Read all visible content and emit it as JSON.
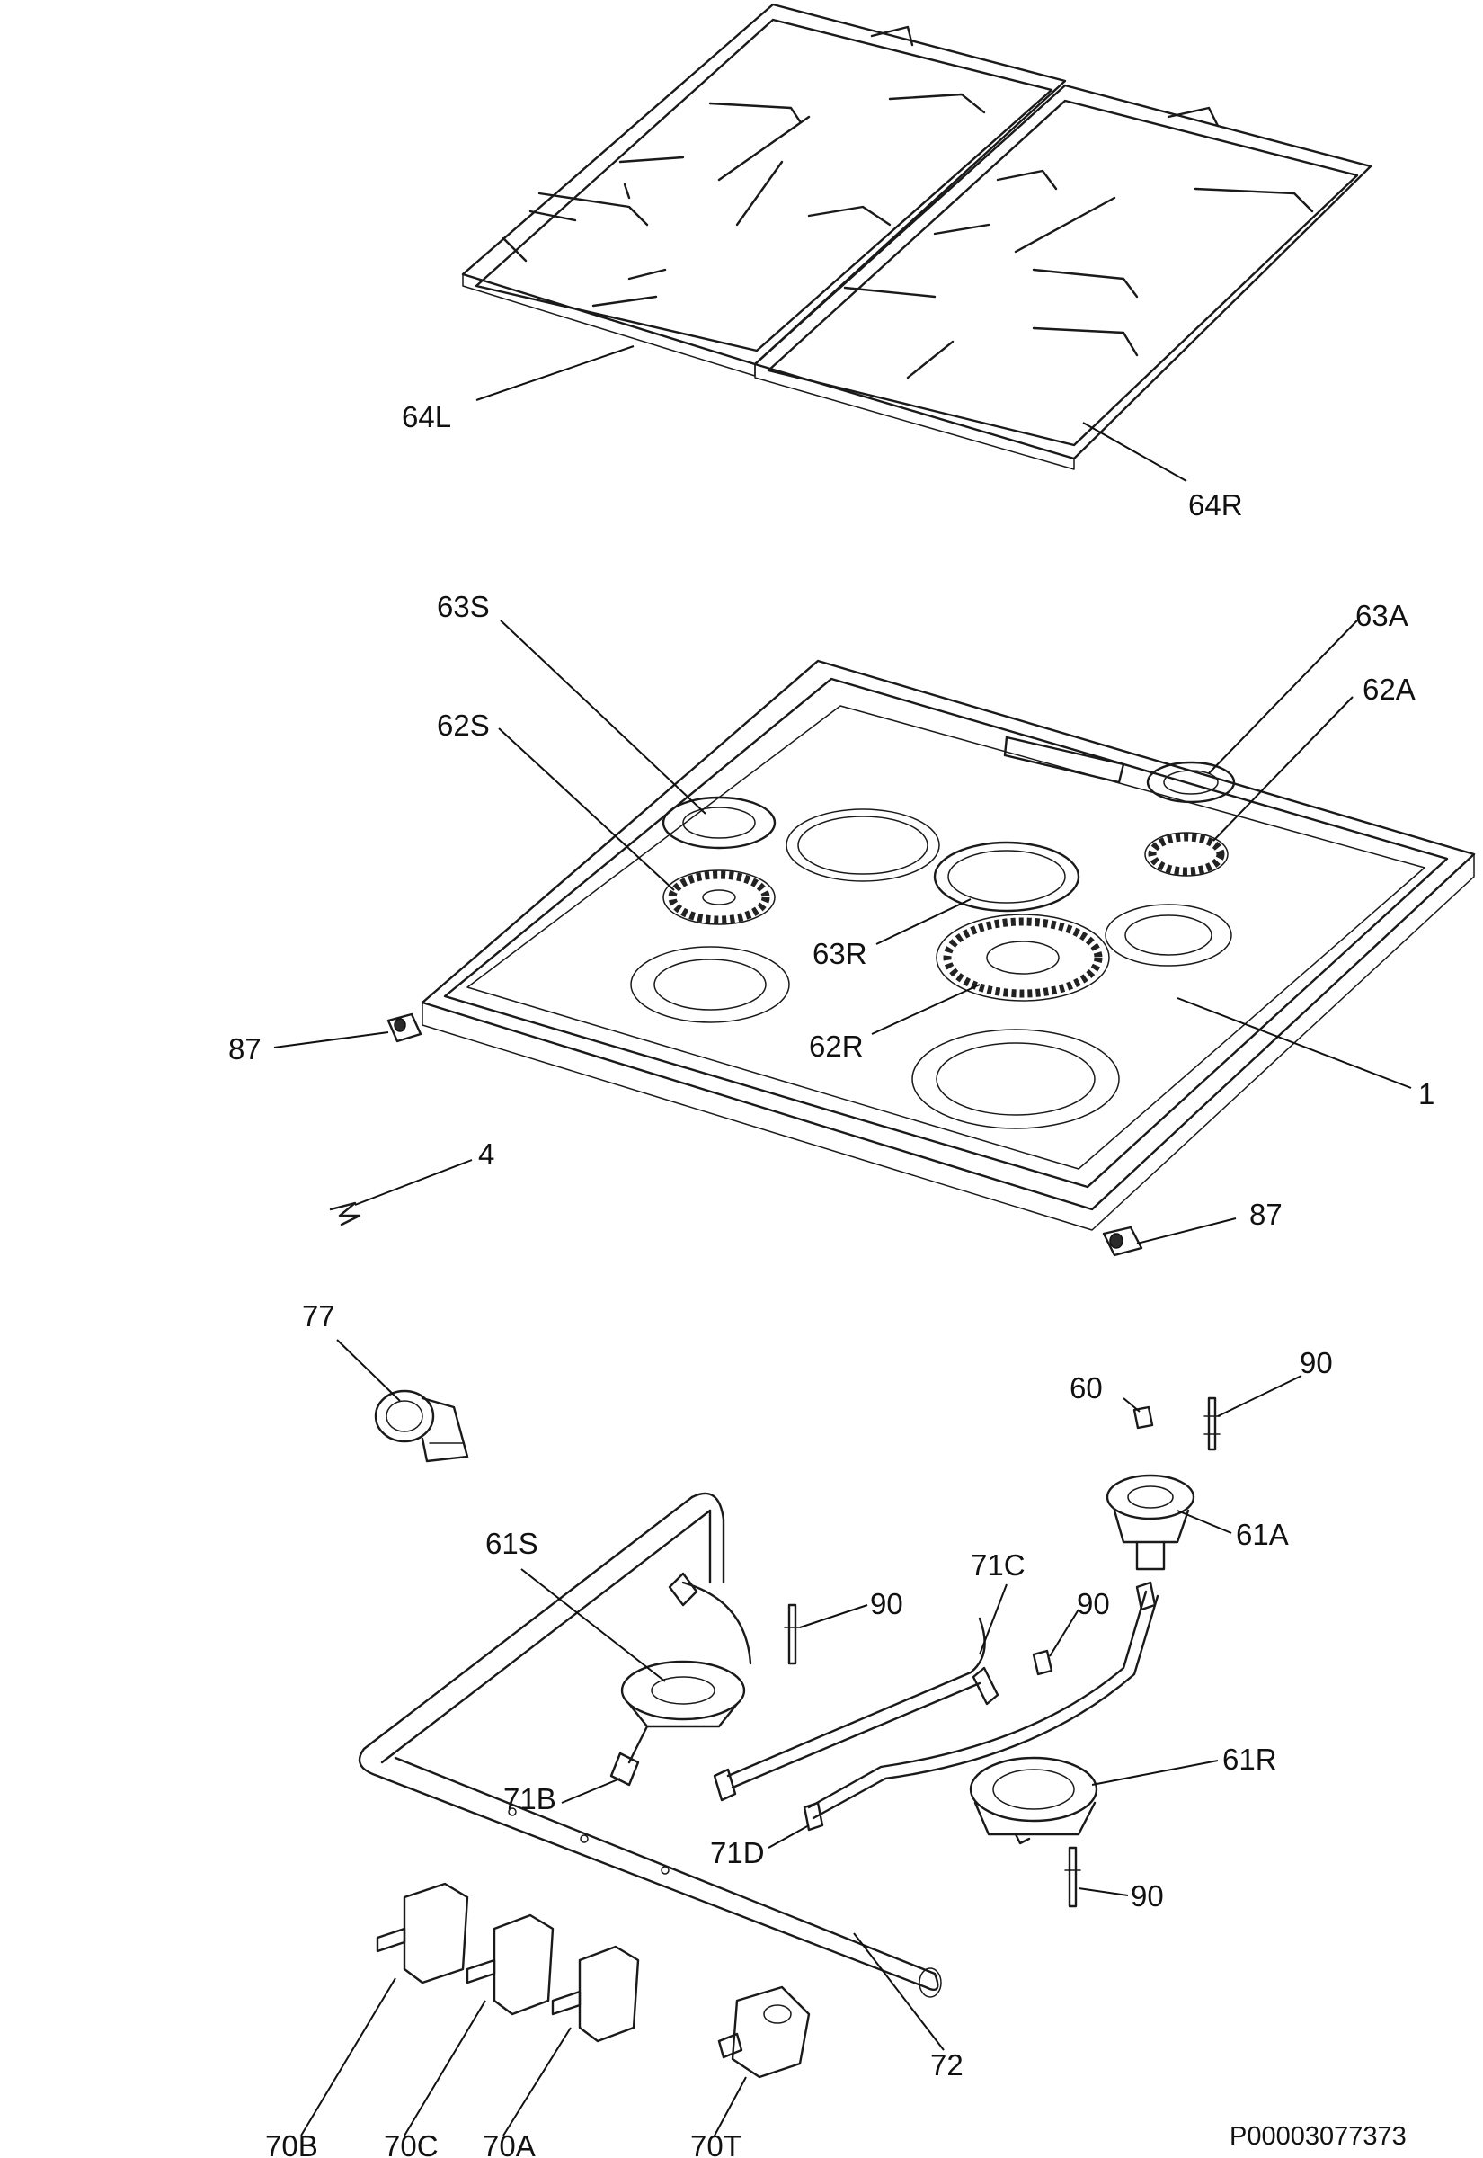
{
  "diagram": {
    "reference_code": "P00003077373",
    "callouts": {
      "c64L": "64L",
      "c64R": "64R",
      "c63S": "63S",
      "c63A": "63A",
      "c62S": "62S",
      "c62A": "62A",
      "c63R": "63R",
      "c62R": "62R",
      "c87a": "87",
      "c87b": "87",
      "c1": "1",
      "c4": "4",
      "c77": "77",
      "c60": "60",
      "c90a": "90",
      "c90b": "90",
      "c90c": "90",
      "c90d": "90",
      "c61A": "61A",
      "c61S": "61S",
      "c71C": "71C",
      "c61R": "61R",
      "c71B": "71B",
      "c71D": "71D",
      "c72": "72",
      "c70B": "70B",
      "c70C": "70C",
      "c70A": "70A",
      "c70T": "70T"
    }
  }
}
